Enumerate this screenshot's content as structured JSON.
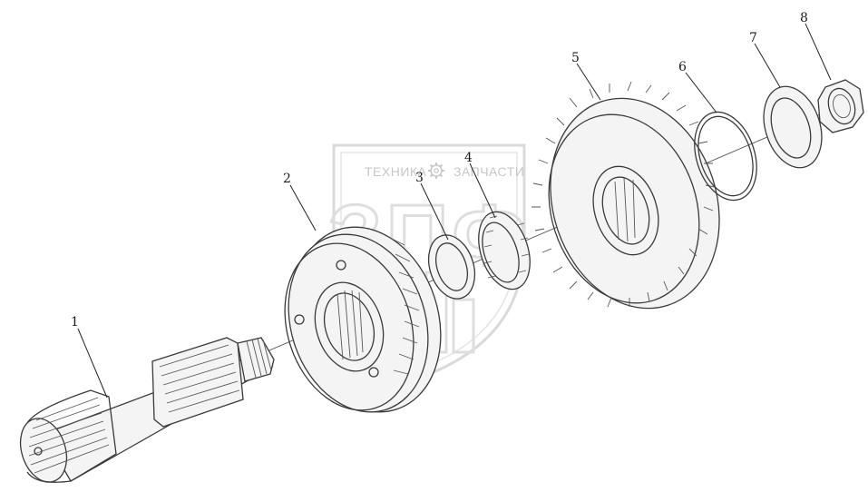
{
  "watermark": {
    "brand_left": "ТЕХНИКА",
    "brand_right": "ЗАПЧАСТИ",
    "logo": "ЗПФ"
  },
  "callouts": [
    {
      "id": "1",
      "label": "1"
    },
    {
      "id": "2",
      "label": "2"
    },
    {
      "id": "3",
      "label": "3"
    },
    {
      "id": "4",
      "label": "4"
    },
    {
      "id": "5",
      "label": "5"
    },
    {
      "id": "6",
      "label": "6"
    },
    {
      "id": "7",
      "label": "7"
    },
    {
      "id": "8",
      "label": "8"
    }
  ],
  "colors": {
    "line": "#3a3a3a",
    "watermark": "#bdbdbd",
    "background": "#ffffff"
  }
}
